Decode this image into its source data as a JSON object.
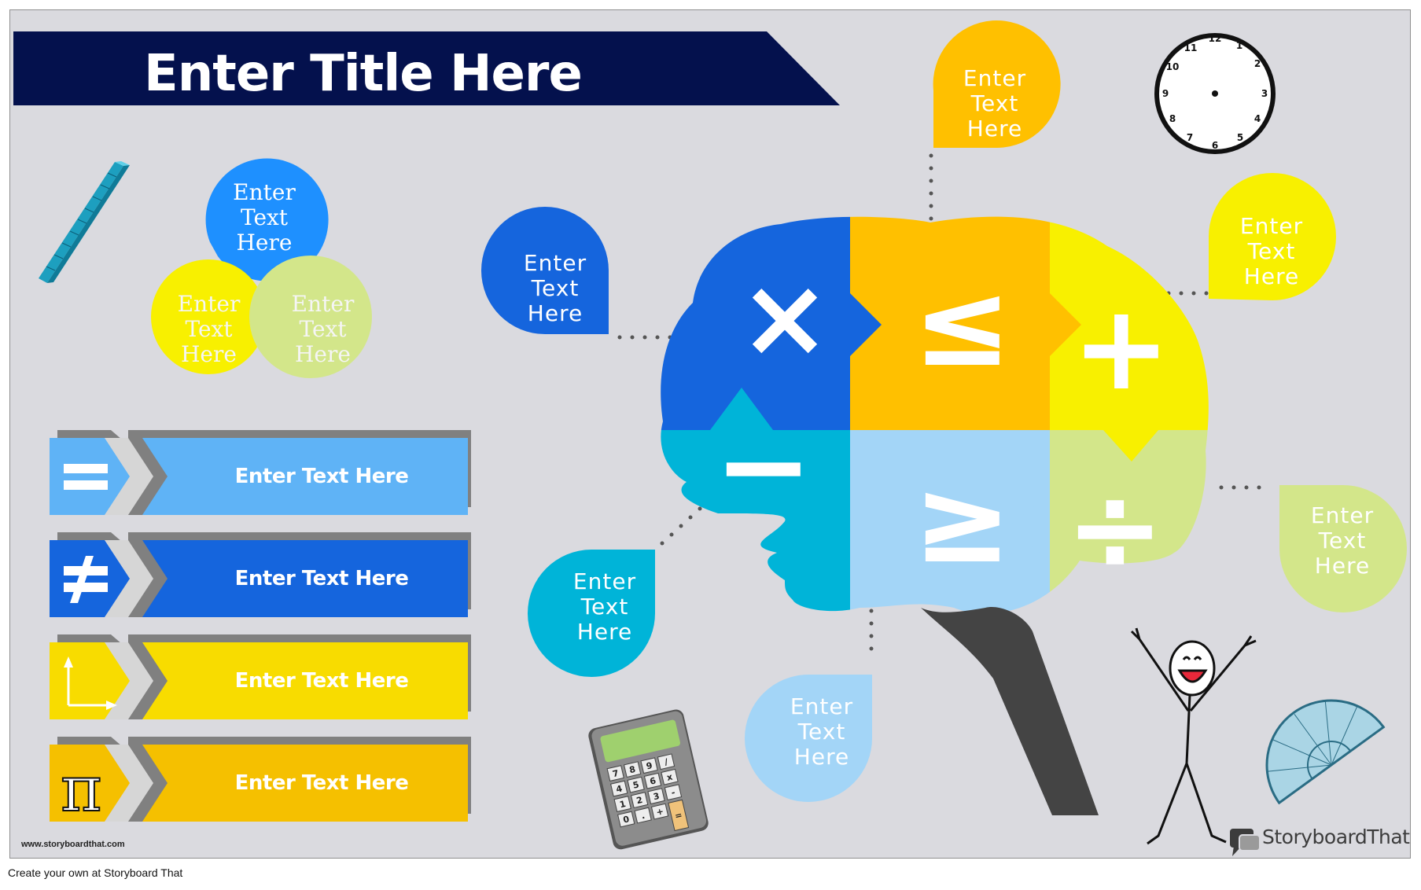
{
  "title": "Enter Title Here",
  "bubbles": {
    "venn_top": "Enter\nText\nHere",
    "venn_left": "Enter\nText\nHere",
    "venn_right": "Enter\nText\nHere",
    "blue_left": "Enter\nText\nHere",
    "orange_top": "Enter\nText\nHere",
    "yellow_right": "Enter\nText\nHere",
    "green_right": "Enter\nText\nHere",
    "cyan_bottom_left": "Enter\nText\nHere",
    "light_blue_bottom": "Enter\nText\nHere"
  },
  "bars": [
    {
      "label": "Enter Text Here",
      "icon": "equals-icon",
      "color": "#5fb3f6"
    },
    {
      "label": "Enter Text Here",
      "icon": "not-equal-icon",
      "color": "#1565dd"
    },
    {
      "label": "Enter Text Here",
      "icon": "axes-icon",
      "color": "#f8dc00"
    },
    {
      "label": "Enter Text Here",
      "icon": "pi-icon",
      "color": "#f5c000"
    }
  ],
  "brain_symbols": {
    "times": "×",
    "less_equal": "≤",
    "plus": "+",
    "minus": "−",
    "greater_equal": "≥",
    "divide": "÷"
  },
  "watermark": "www.storyboardthat.com",
  "logo": "StoryboardThat",
  "footer": "Create your own at Storyboard That",
  "colors": {
    "navy": "#04114d",
    "blue": "#1565dd",
    "orange": "#ffc000",
    "yellow": "#f8f000",
    "cyan": "#00b4d8",
    "light_blue": "#a3d5f7",
    "light_green": "#d1e488",
    "background": "#dadadf"
  },
  "icons": [
    "ruler-cubes-icon",
    "clock-icon",
    "calculator-icon",
    "protractor-icon",
    "stick-figure-icon",
    "brain-icon"
  ]
}
